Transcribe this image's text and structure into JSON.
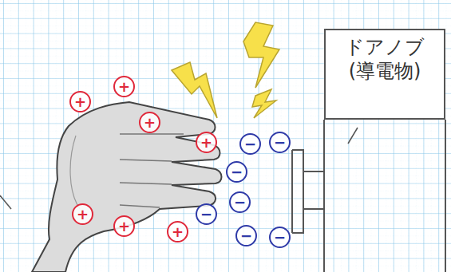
{
  "diagram": {
    "nodes": [
      {
        "text": [
          "ドアノブ (導電物)"
        ]
      },
      {
        "text": [
          "+"
        ]
      },
      {
        "text": [
          "+"
        ]
      },
      {
        "text": [
          "+"
        ]
      },
      {
        "text": [
          "+"
        ]
      },
      {
        "text": [
          "+"
        ]
      },
      {
        "text": [
          "+"
        ]
      },
      {
        "text": [
          "+"
        ]
      },
      {
        "text": [
          "−"
        ]
      },
      {
        "text": [
          "−"
        ]
      },
      {
        "text": [
          "−"
        ]
      },
      {
        "text": [
          "−"
        ]
      },
      {
        "text": [
          "−"
        ]
      },
      {
        "text": [
          "−"
        ]
      },
      {
        "text": [
          "−"
        ]
      }
    ]
  }
}
